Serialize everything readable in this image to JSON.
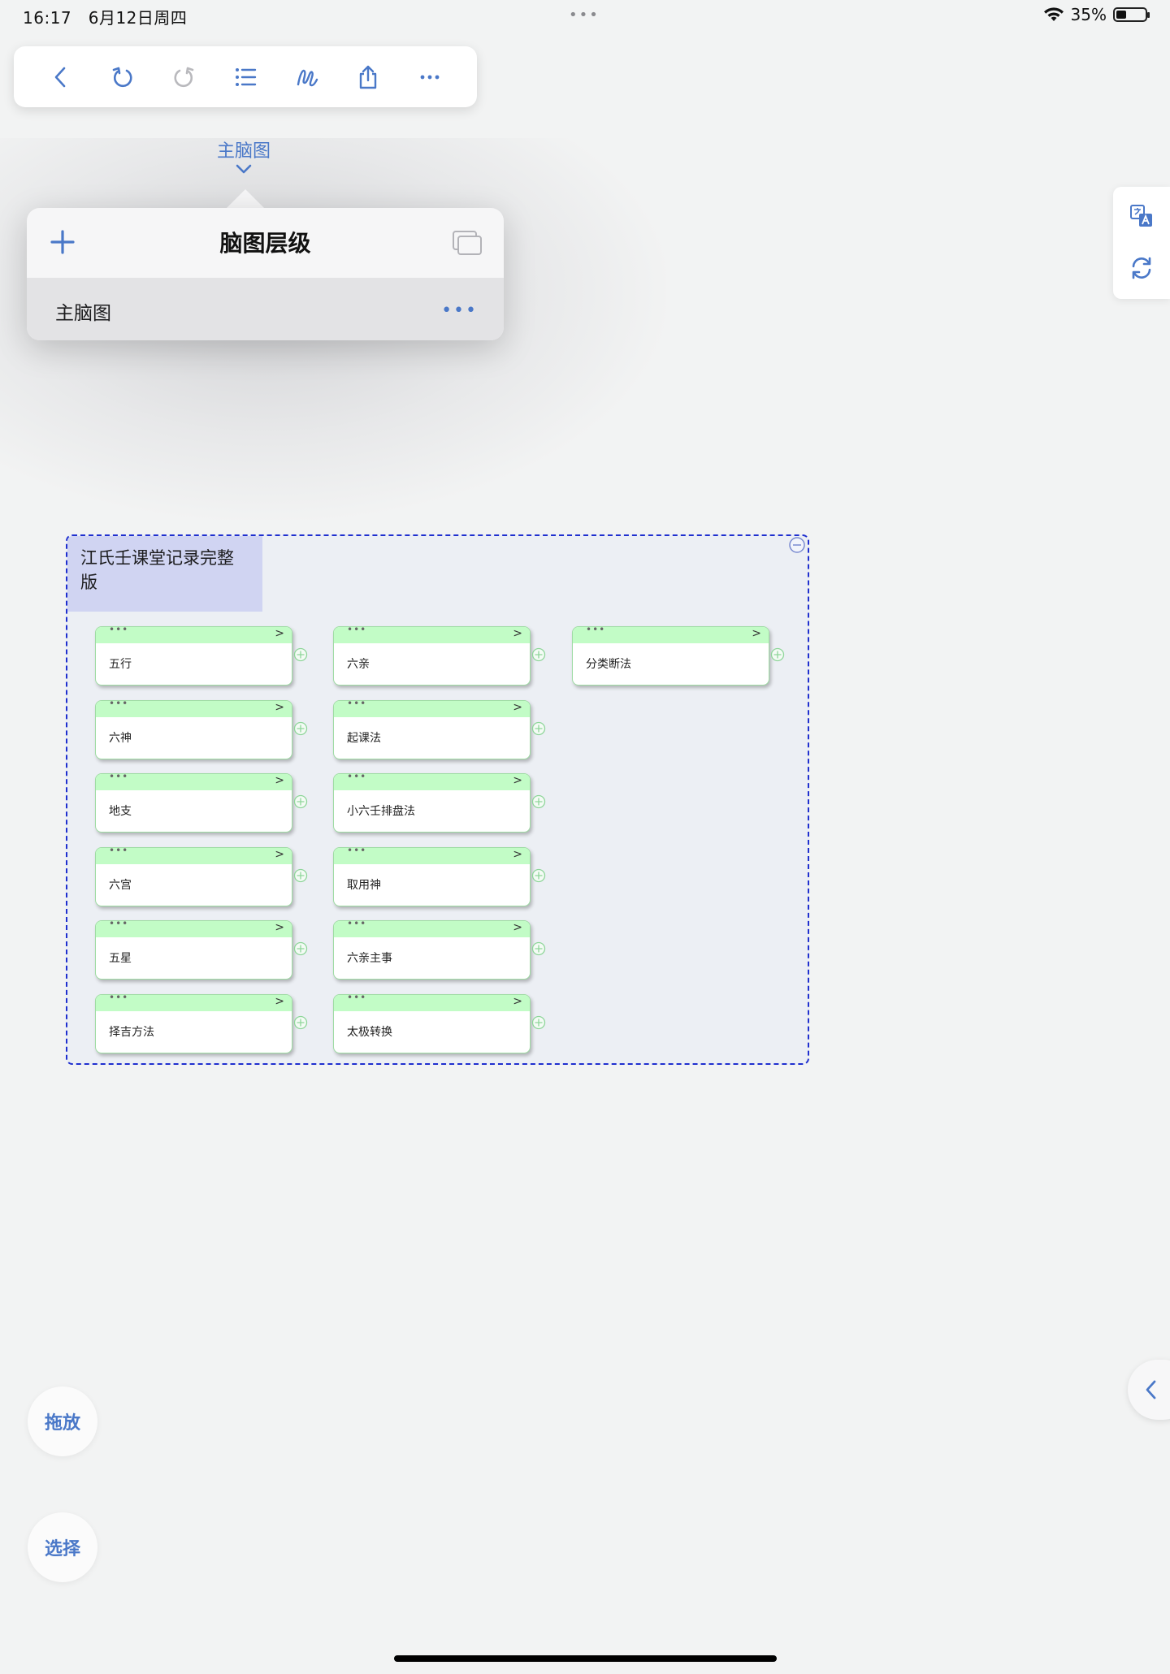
{
  "status_bar": {
    "time": "16:17",
    "date": "6月12日周四",
    "battery": "35%",
    "battery_level": 0.35,
    "center": "•••"
  },
  "toolbar": {
    "buttons": [
      {
        "name": "back",
        "icon": "chevron-left-icon"
      },
      {
        "name": "undo",
        "icon": "undo-icon"
      },
      {
        "name": "redo",
        "icon": "redo-icon"
      },
      {
        "name": "outline",
        "icon": "list-icon"
      },
      {
        "name": "draw",
        "icon": "scribble-icon"
      },
      {
        "name": "share",
        "icon": "share-icon"
      },
      {
        "name": "more",
        "icon": "more-icon"
      }
    ]
  },
  "map_selector": {
    "current": "主脑图"
  },
  "layers_popover": {
    "title": "脑图层级",
    "rows": [
      {
        "label": "主脑图",
        "more": "•••"
      }
    ]
  },
  "frame": {
    "title": "江氏壬课堂记录完整版",
    "node_dots": "•••",
    "node_arrow": ">",
    "nodes": [
      "五行",
      "六亲",
      "分类断法",
      "六神",
      "起课法",
      "地支",
      "小六壬排盘法",
      "六宫",
      "取用神",
      "五星",
      "六亲主事",
      "择吉方法",
      "太极转换"
    ]
  },
  "floating_buttons": {
    "drag": "拖放",
    "select": "选择"
  },
  "colors": {
    "accent": "#4a78c8",
    "node_header": "#c2fcc6",
    "frame_border": "#1f2fcf",
    "frame_title_bg": "#d0d4f2"
  }
}
